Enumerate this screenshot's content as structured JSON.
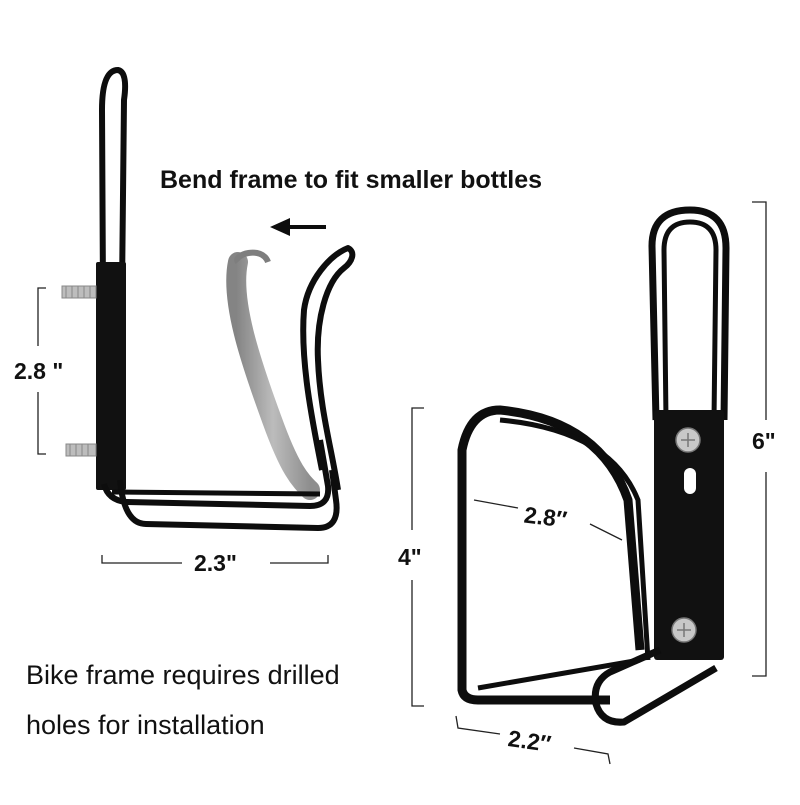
{
  "heading": "Bend frame to fit smaller bottles",
  "dimensions": {
    "side_bolt_spacing": "2.8 \"",
    "side_width": "2.3\"",
    "front_inner_width": "2.8″",
    "front_cage_height": "4\"",
    "total_height": "6\"",
    "front_depth": "2.2″"
  },
  "note": {
    "line1": "Bike frame requires drilled",
    "line2": "holes for installation"
  },
  "colors": {
    "frame": "#0d0d0d",
    "ghost_frame": "#8a8a8a",
    "bolt": "#bdbdbd",
    "dimension_line": "#222222"
  },
  "icons": [
    "left-arrow-icon",
    "bolt-icon"
  ]
}
